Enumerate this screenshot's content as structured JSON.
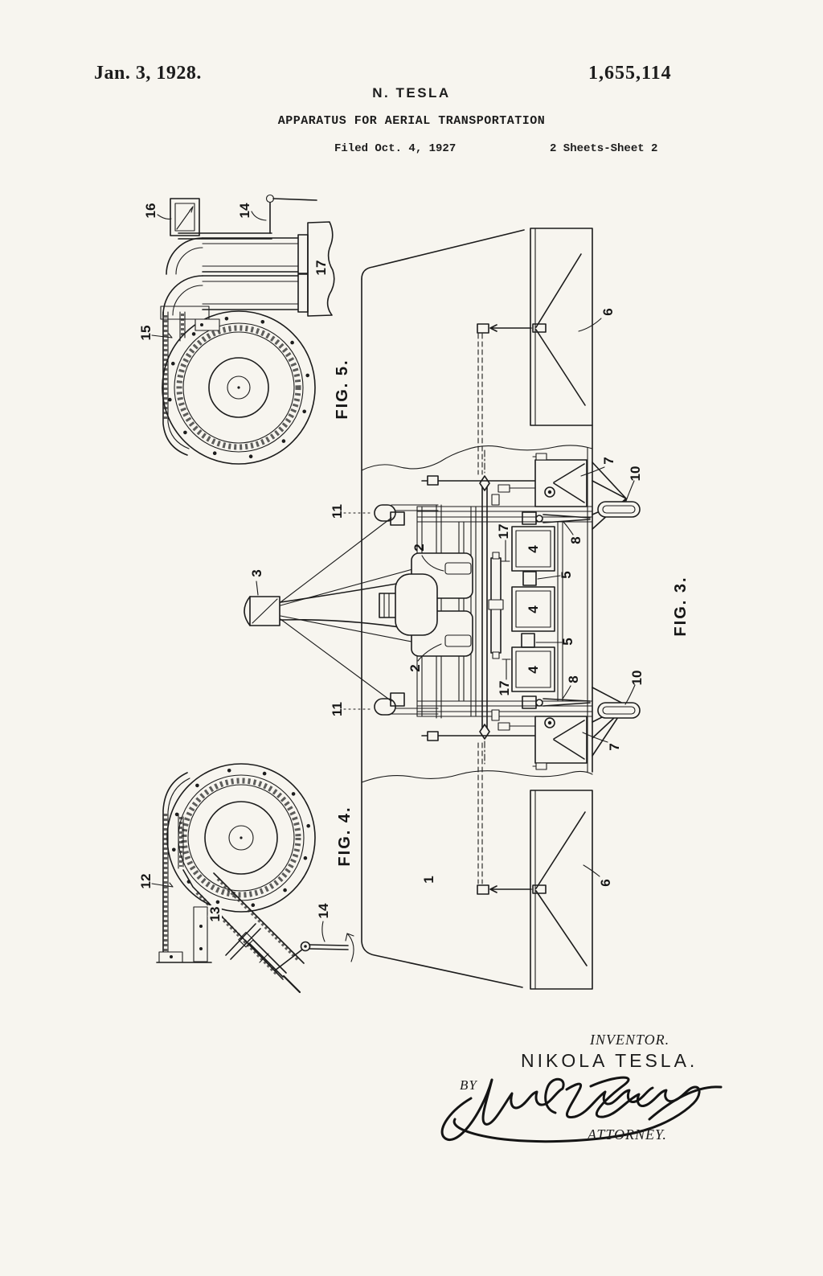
{
  "header": {
    "date": "Jan. 3, 1928.",
    "patent_number": "1,655,114",
    "inventor": "N. TESLA",
    "title": "APPARATUS FOR AERIAL TRANSPORTATION",
    "filed": "Filed Oct. 4, 1927",
    "sheet": "2 Sheets-Sheet 2"
  },
  "captions": {
    "fig3": "FIG. 3.",
    "fig4": "FIG. 4.",
    "fig5": "FIG. 5."
  },
  "labels": {
    "f5_16": "16",
    "f5_14": "14",
    "f5_17": "17",
    "f5_15": "15",
    "f4_12": "12",
    "f4_13": "13",
    "f4_14": "14",
    "f3_6t": "6",
    "f3_7t": "7",
    "f3_10t": "10",
    "f3_8t": "8",
    "f3_11t": "11",
    "f3_2t": "2",
    "f3_17t": "17",
    "f3_4a": "4",
    "f3_4b": "4",
    "f3_4c": "4",
    "f3_5a": "5",
    "f3_5b": "5",
    "f3_3": "3",
    "f3_2b": "2",
    "f3_11b": "11",
    "f3_17b": "17",
    "f3_8b": "8",
    "f3_10b": "10",
    "f3_7b": "7",
    "f3_6b": "6",
    "f3_1": "1"
  },
  "signature": {
    "inventor_caption": "INVENTOR.",
    "inventor_name": "NIKOLA TESLA.",
    "by": "BY",
    "attorney_signature": "John P. Tarbox",
    "attorney_caption": "ATTORNEY."
  },
  "colors": {
    "paper": "#f7f5ef",
    "ink": "#1c1c1c"
  }
}
